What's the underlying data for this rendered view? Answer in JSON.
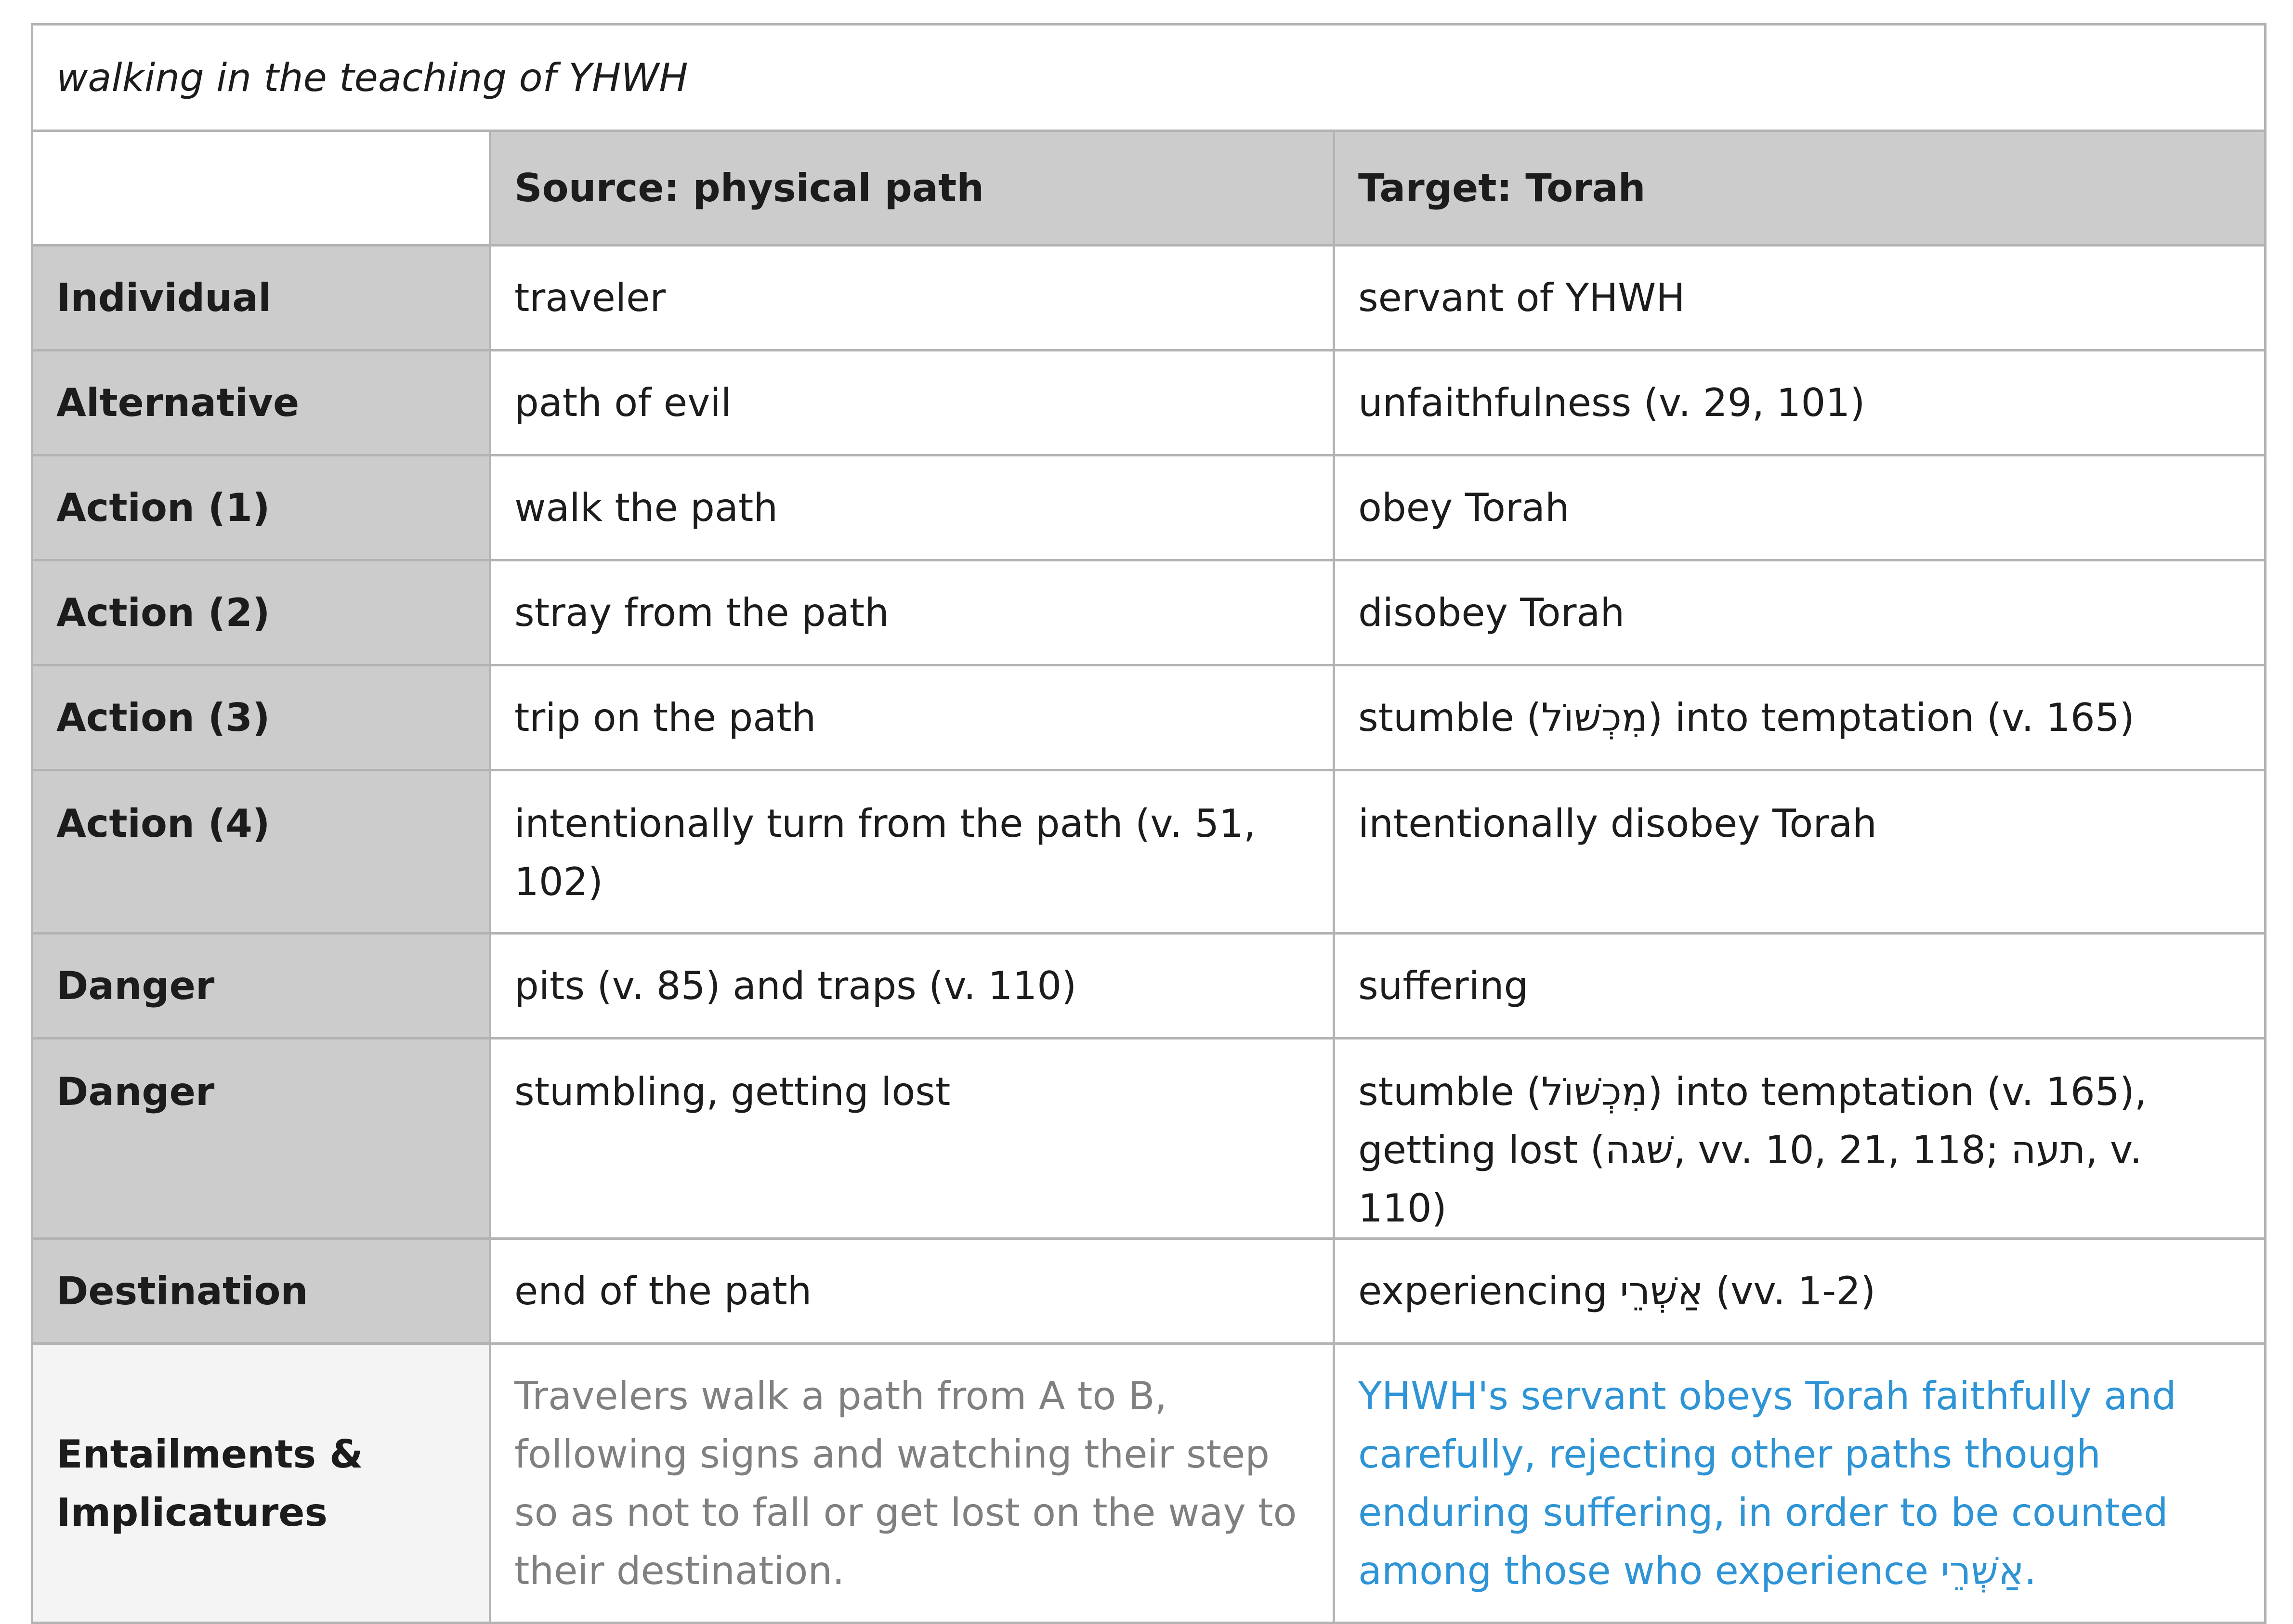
{
  "caption": "walking in the teaching of YHWH",
  "headers": {
    "blank": "",
    "source": "Source: physical path",
    "target": "Target: Torah"
  },
  "rows": [
    {
      "label": "Individual",
      "source": "traveler",
      "target": "servant of YHWH"
    },
    {
      "label": "Alternative",
      "source": "path of evil",
      "target": "unfaithfulness (v. 29, 101)"
    },
    {
      "label": "Action (1)",
      "source": "walk the path",
      "target": "obey Torah"
    },
    {
      "label": "Action (2)",
      "source": "stray from the path",
      "target": "disobey Torah"
    },
    {
      "label": "Action (3)",
      "source": "trip on the path",
      "target": "stumble (מִכְשׁוֹל) into temptation (v. 165)"
    },
    {
      "label": "Action (4)",
      "source": "intentionally turn from the path (v. 51, 102)",
      "target": "intentionally disobey Torah"
    },
    {
      "label": "Danger",
      "source": "pits (v. 85) and traps (v. 110)",
      "target": "suffering"
    },
    {
      "label": "Danger",
      "source": "stumbling, getting lost",
      "target": "stumble (מִכְשׁוֹל) into temptation (v. 165), getting lost (שׁגה, vv. 10, 21, 118; תעה, v. 110)"
    },
    {
      "label": "Destination",
      "source": "end of the path",
      "target": "experiencing אַשְׁרֵי (vv. 1-2)"
    },
    {
      "label": "Entailments & Implicatures",
      "source": "Travelers walk a path from A to B, following signs and watching their step so as not to fall or get lost on the way to their destination.",
      "target": "YHWH's servant obeys Torah faithfully and carefully, rejecting other paths though enduring suffering, in order to be counted among those who experience אַשְׁרֵי."
    }
  ]
}
